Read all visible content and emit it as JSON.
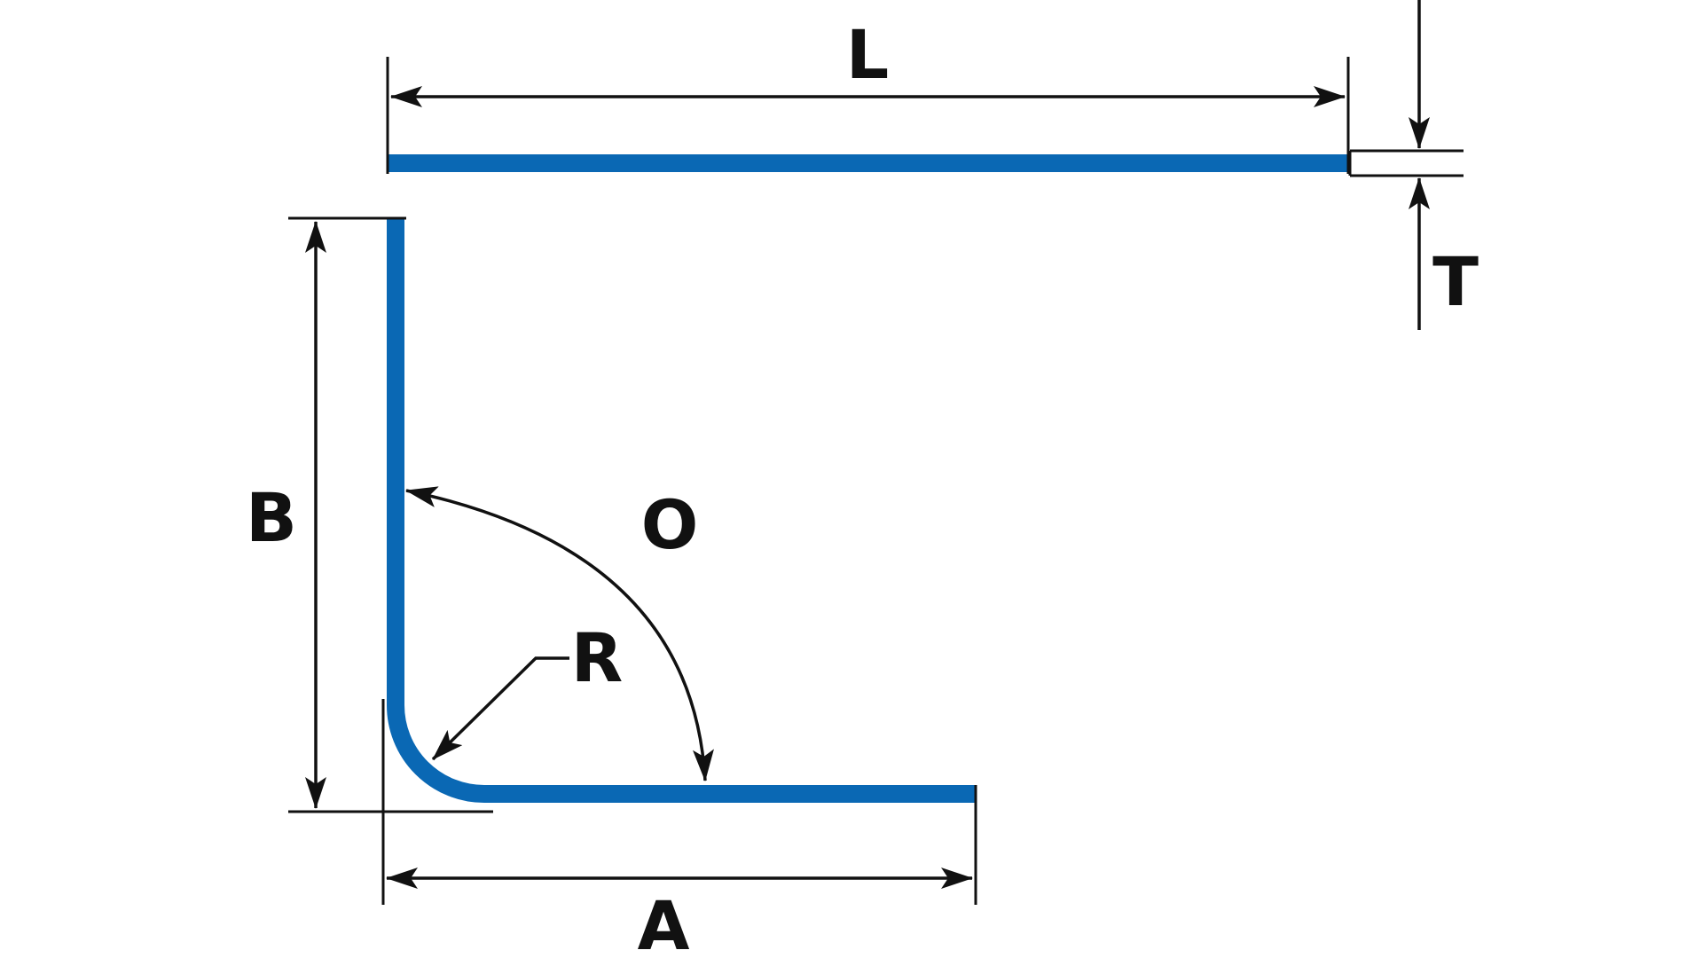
{
  "diagram": {
    "colors": {
      "part": "#0a68b4",
      "line": "#111111",
      "background": "#ffffff"
    },
    "labels": {
      "length": "L",
      "thickness": "T",
      "leg_b": "B",
      "angle": "O",
      "radius": "R",
      "leg_a": "A"
    }
  }
}
